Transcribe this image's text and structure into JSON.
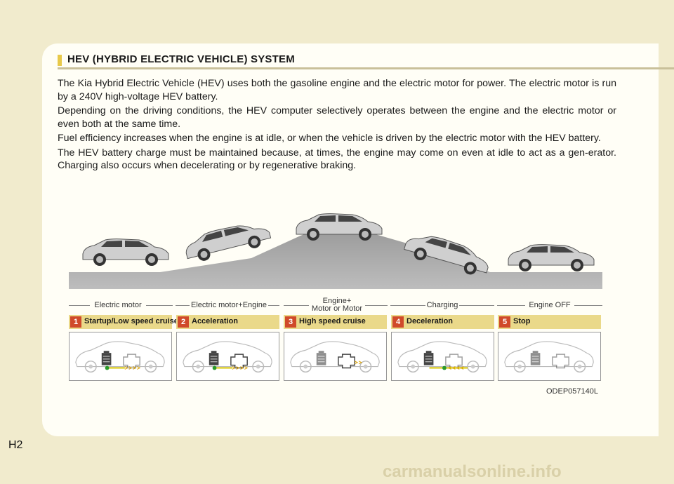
{
  "header": {
    "title": "HEV (HYBRID ELECTRIC VEHICLE) SYSTEM"
  },
  "paragraphs": [
    "The Kia Hybrid Electric Vehicle (HEV) uses both the gasoline engine and the electric motor for power. The electric motor is run by a 240V high-voltage HEV battery.",
    "Depending on the driving conditions, the HEV computer selectively operates between the engine and the electric motor or even both at the same time.",
    "Fuel efficiency increases when the engine is at idle, or when the vehicle is driven by the electric motor with the HEV battery.",
    "The HEV battery charge must be maintained because, at times, the engine may come on even at idle to act as a gen-erator. Charging also occurs when decelerating or by regenerative braking."
  ],
  "phases": [
    {
      "label": "Electric motor",
      "label2": ""
    },
    {
      "label": "Electric motor+Engine",
      "label2": ""
    },
    {
      "label": "Engine+",
      "label2": "Motor or Motor"
    },
    {
      "label": "Charging",
      "label2": ""
    },
    {
      "label": "Engine OFF",
      "label2": ""
    }
  ],
  "steps": [
    {
      "num": "1",
      "label": "Startup/Low speed cruise"
    },
    {
      "num": "2",
      "label": "Acceleration"
    },
    {
      "num": "3",
      "label": "High speed cruise"
    },
    {
      "num": "4",
      "label": "Deceleration"
    },
    {
      "num": "5",
      "label": "Stop"
    }
  ],
  "caption": "ODEP057140L",
  "page_number": "H2",
  "watermark": "carmanualsonline.info",
  "colors": {
    "accent": "#e8c94a",
    "step_bar": "#ead98a",
    "step_num": "#d04a2a",
    "page_bg": "#f1ebcd"
  }
}
